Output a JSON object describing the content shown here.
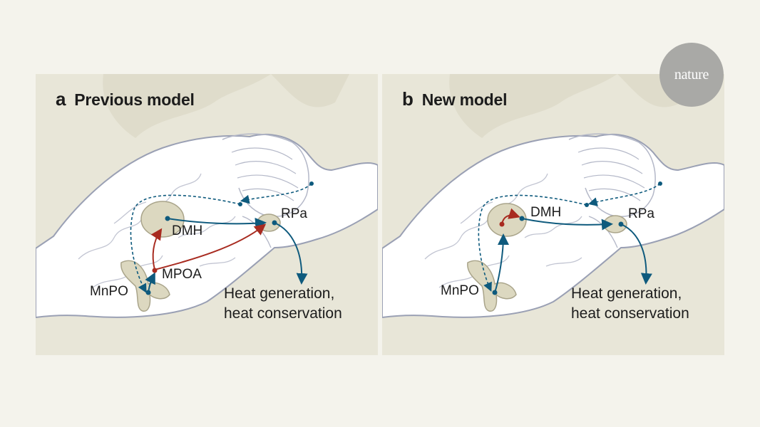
{
  "brand": {
    "name": "nature"
  },
  "colors": {
    "page_bg": "#f4f3ec",
    "panel_bg": "#e8e6d8",
    "brain_fill": "#ffffff",
    "brain_outline": "#9aa0b4",
    "nucleus_fill": "#dcd8c0",
    "pathway_blue": "#0e5a7d",
    "pathway_red": "#a82b20"
  },
  "panels": [
    {
      "letter": "a",
      "title": "Previous model",
      "labels": {
        "dmh": "DMH",
        "rpa": "RPa",
        "mpoa": "MPOA",
        "mnpo": "MnPO"
      },
      "outcome": {
        "line1": "Heat generation,",
        "line2": "heat conservation"
      }
    },
    {
      "letter": "b",
      "title": "New model",
      "labels": {
        "dmh": "DMH",
        "rpa": "RPa",
        "mnpo": "MnPO"
      },
      "outcome": {
        "line1": "Heat generation,",
        "line2": "heat conservation"
      }
    }
  ]
}
